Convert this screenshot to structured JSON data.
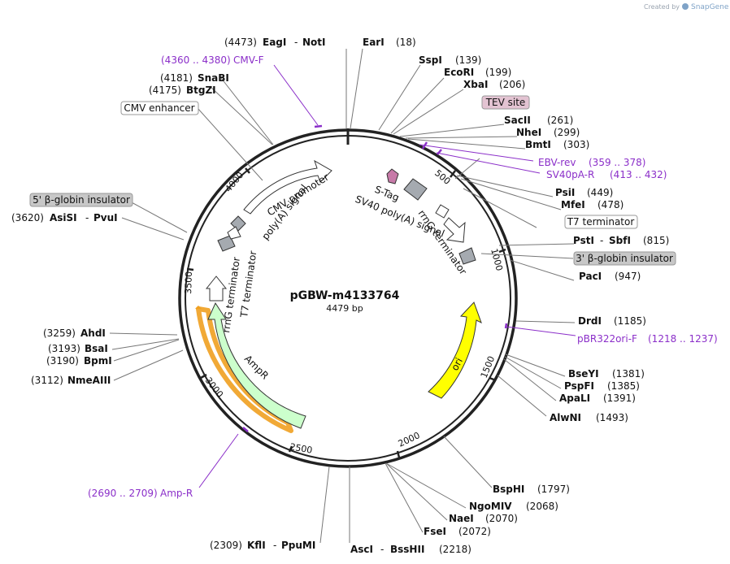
{
  "credit": {
    "prefix": "Created by",
    "brand": "SnapGene"
  },
  "plasmid": {
    "name": "pGBW-m4133764",
    "length": "4479 bp"
  },
  "ticks": [
    "500",
    "1000",
    "1500",
    "2000",
    "2500",
    "3000",
    "3500",
    "4000"
  ],
  "enzymes": {
    "eagI_pos": "(4473)",
    "eagI": "EagI",
    "notI": "NotI",
    "earI": "EarI",
    "earI_pos": "(18)",
    "sspI": "SspI",
    "sspI_pos": "(139)",
    "ecoRI": "EcoRI",
    "ecoRI_pos": "(199)",
    "xbaI": "XbaI",
    "xbaI_pos": "(206)",
    "sacII": "SacII",
    "sacII_pos": "(261)",
    "nheI": "NheI",
    "nheI_pos": "(299)",
    "bmtI": "BmtI",
    "bmtI_pos": "(303)",
    "psiI": "PsiI",
    "psiI_pos": "(449)",
    "mfeI": "MfeI",
    "mfeI_pos": "(478)",
    "pstI": "PstI",
    "sbfI": "SbfI",
    "pstI_pos": "(815)",
    "pacI": "PacI",
    "pacI_pos": "(947)",
    "drdI": "DrdI",
    "drdI_pos": "(1185)",
    "bseYI": "BseYI",
    "bseYI_pos": "(1381)",
    "pspFI": "PspFI",
    "pspFI_pos": "(1385)",
    "apaLI": "ApaLI",
    "apaLI_pos": "(1391)",
    "alwNI": "AlwNI",
    "alwNI_pos": "(1493)",
    "bspHI": "BspHI",
    "bspHI_pos": "(1797)",
    "ngoMIV": "NgoMIV",
    "ngoMIV_pos": "(2068)",
    "naeI": "NaeI",
    "naeI_pos": "(2070)",
    "fseI": "FseI",
    "fseI_pos": "(2072)",
    "ascI": "AscI",
    "bssHII": "BssHII",
    "ascI_pos": "(2218)",
    "kflI_pos": "(2309)",
    "kflI": "KflI",
    "ppuMI": "PpuMI",
    "nmeAIII_pos": "(3112)",
    "nmeAIII": "NmeAIII",
    "bpmI_pos": "(3190)",
    "bpmI": "BpmI",
    "bsaI_pos": "(3193)",
    "bsaI": "BsaI",
    "ahdI_pos": "(3259)",
    "ahdI": "AhdI",
    "asiSI_pos": "(3620)",
    "asiSI": "AsiSI",
    "pvuI": "PvuI",
    "btgZI_pos": "(4175)",
    "btgZI": "BtgZI",
    "snaBI_pos": "(4181)",
    "snaBI": "SnaBI"
  },
  "primers": {
    "cmvF_range": "(4360 .. 4380)",
    "cmvF": "CMV-F",
    "ebvRev": "EBV-rev",
    "ebvRev_range": "(359 .. 378)",
    "sv40pA": "SV40pA-R",
    "sv40pA_range": "(413 .. 432)",
    "pbr": "pBR322ori-F",
    "pbr_range": "(1218 .. 1237)",
    "ampR_range": "(2690 .. 2709)",
    "ampR": "Amp-R"
  },
  "boxes": {
    "cmvEnhancer": "CMV enhancer",
    "tev": "TEV site",
    "t7term": "T7 terminator",
    "globin3": "3' β-globin insulator",
    "globin5": "5' β-globin insulator"
  },
  "features": {
    "cmvPromoter": "CMV promoter",
    "polyA": "poly(A) signal",
    "sTag": "S-Tag",
    "sv40": "SV40 poly(A) signal",
    "rrnG1": "rrnG terminator",
    "rrnG2": "rrnG terminator",
    "t7": "T7 terminator",
    "ampR": "AmpR",
    "ori": "ori"
  },
  "colors": {
    "primer": "#8b2fc9",
    "ampR": "#ccffcc",
    "ori": "#ffff00",
    "tev": "#e3c3d2",
    "insulator": "#c7c7c7",
    "stag": "#c77aa8",
    "gray": "#a5aab0"
  }
}
